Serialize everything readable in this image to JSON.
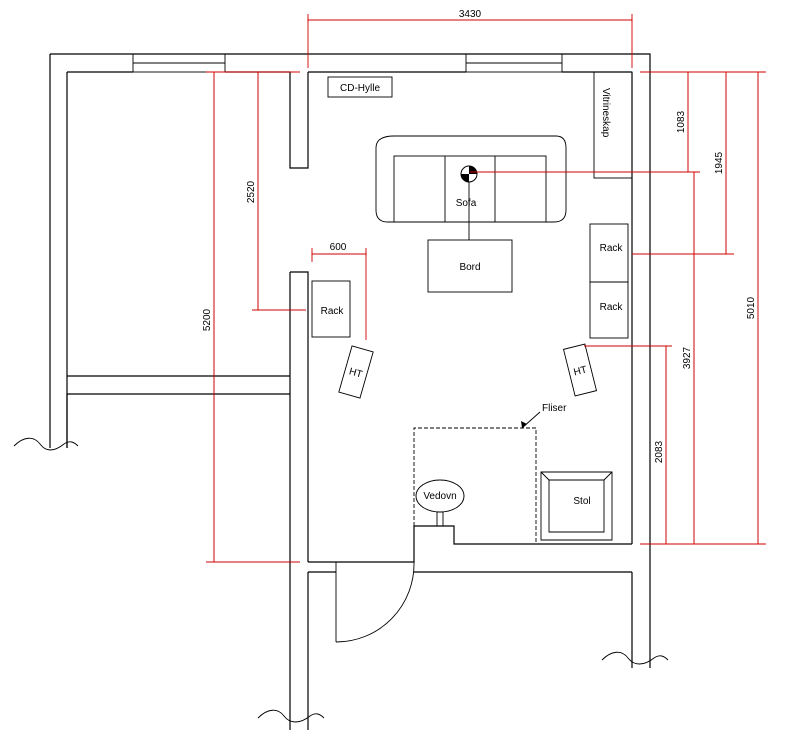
{
  "labels": {
    "cd_shelf": "CD-Hylle",
    "display_cabinet": "Vitrineskap",
    "sofa": "Sofa",
    "table": "Bord",
    "rack_left": "Rack",
    "rack_right_top": "Rack",
    "rack_right_bottom": "Rack",
    "ht_left": "HT",
    "ht_right": "HT",
    "tiles": "Fliser",
    "stove": "Vedovn",
    "chair": "Stol"
  },
  "dimensions": {
    "top_width": "3430",
    "left_width": "600",
    "left_total": "5200",
    "left_upper": "2520",
    "right_1083": "1083",
    "right_1945": "1945",
    "right_5010": "5010",
    "right_3927": "3927",
    "right_2083": "2083"
  },
  "colors": {
    "walls": "#000000",
    "dimension_lines": "#d00000"
  }
}
